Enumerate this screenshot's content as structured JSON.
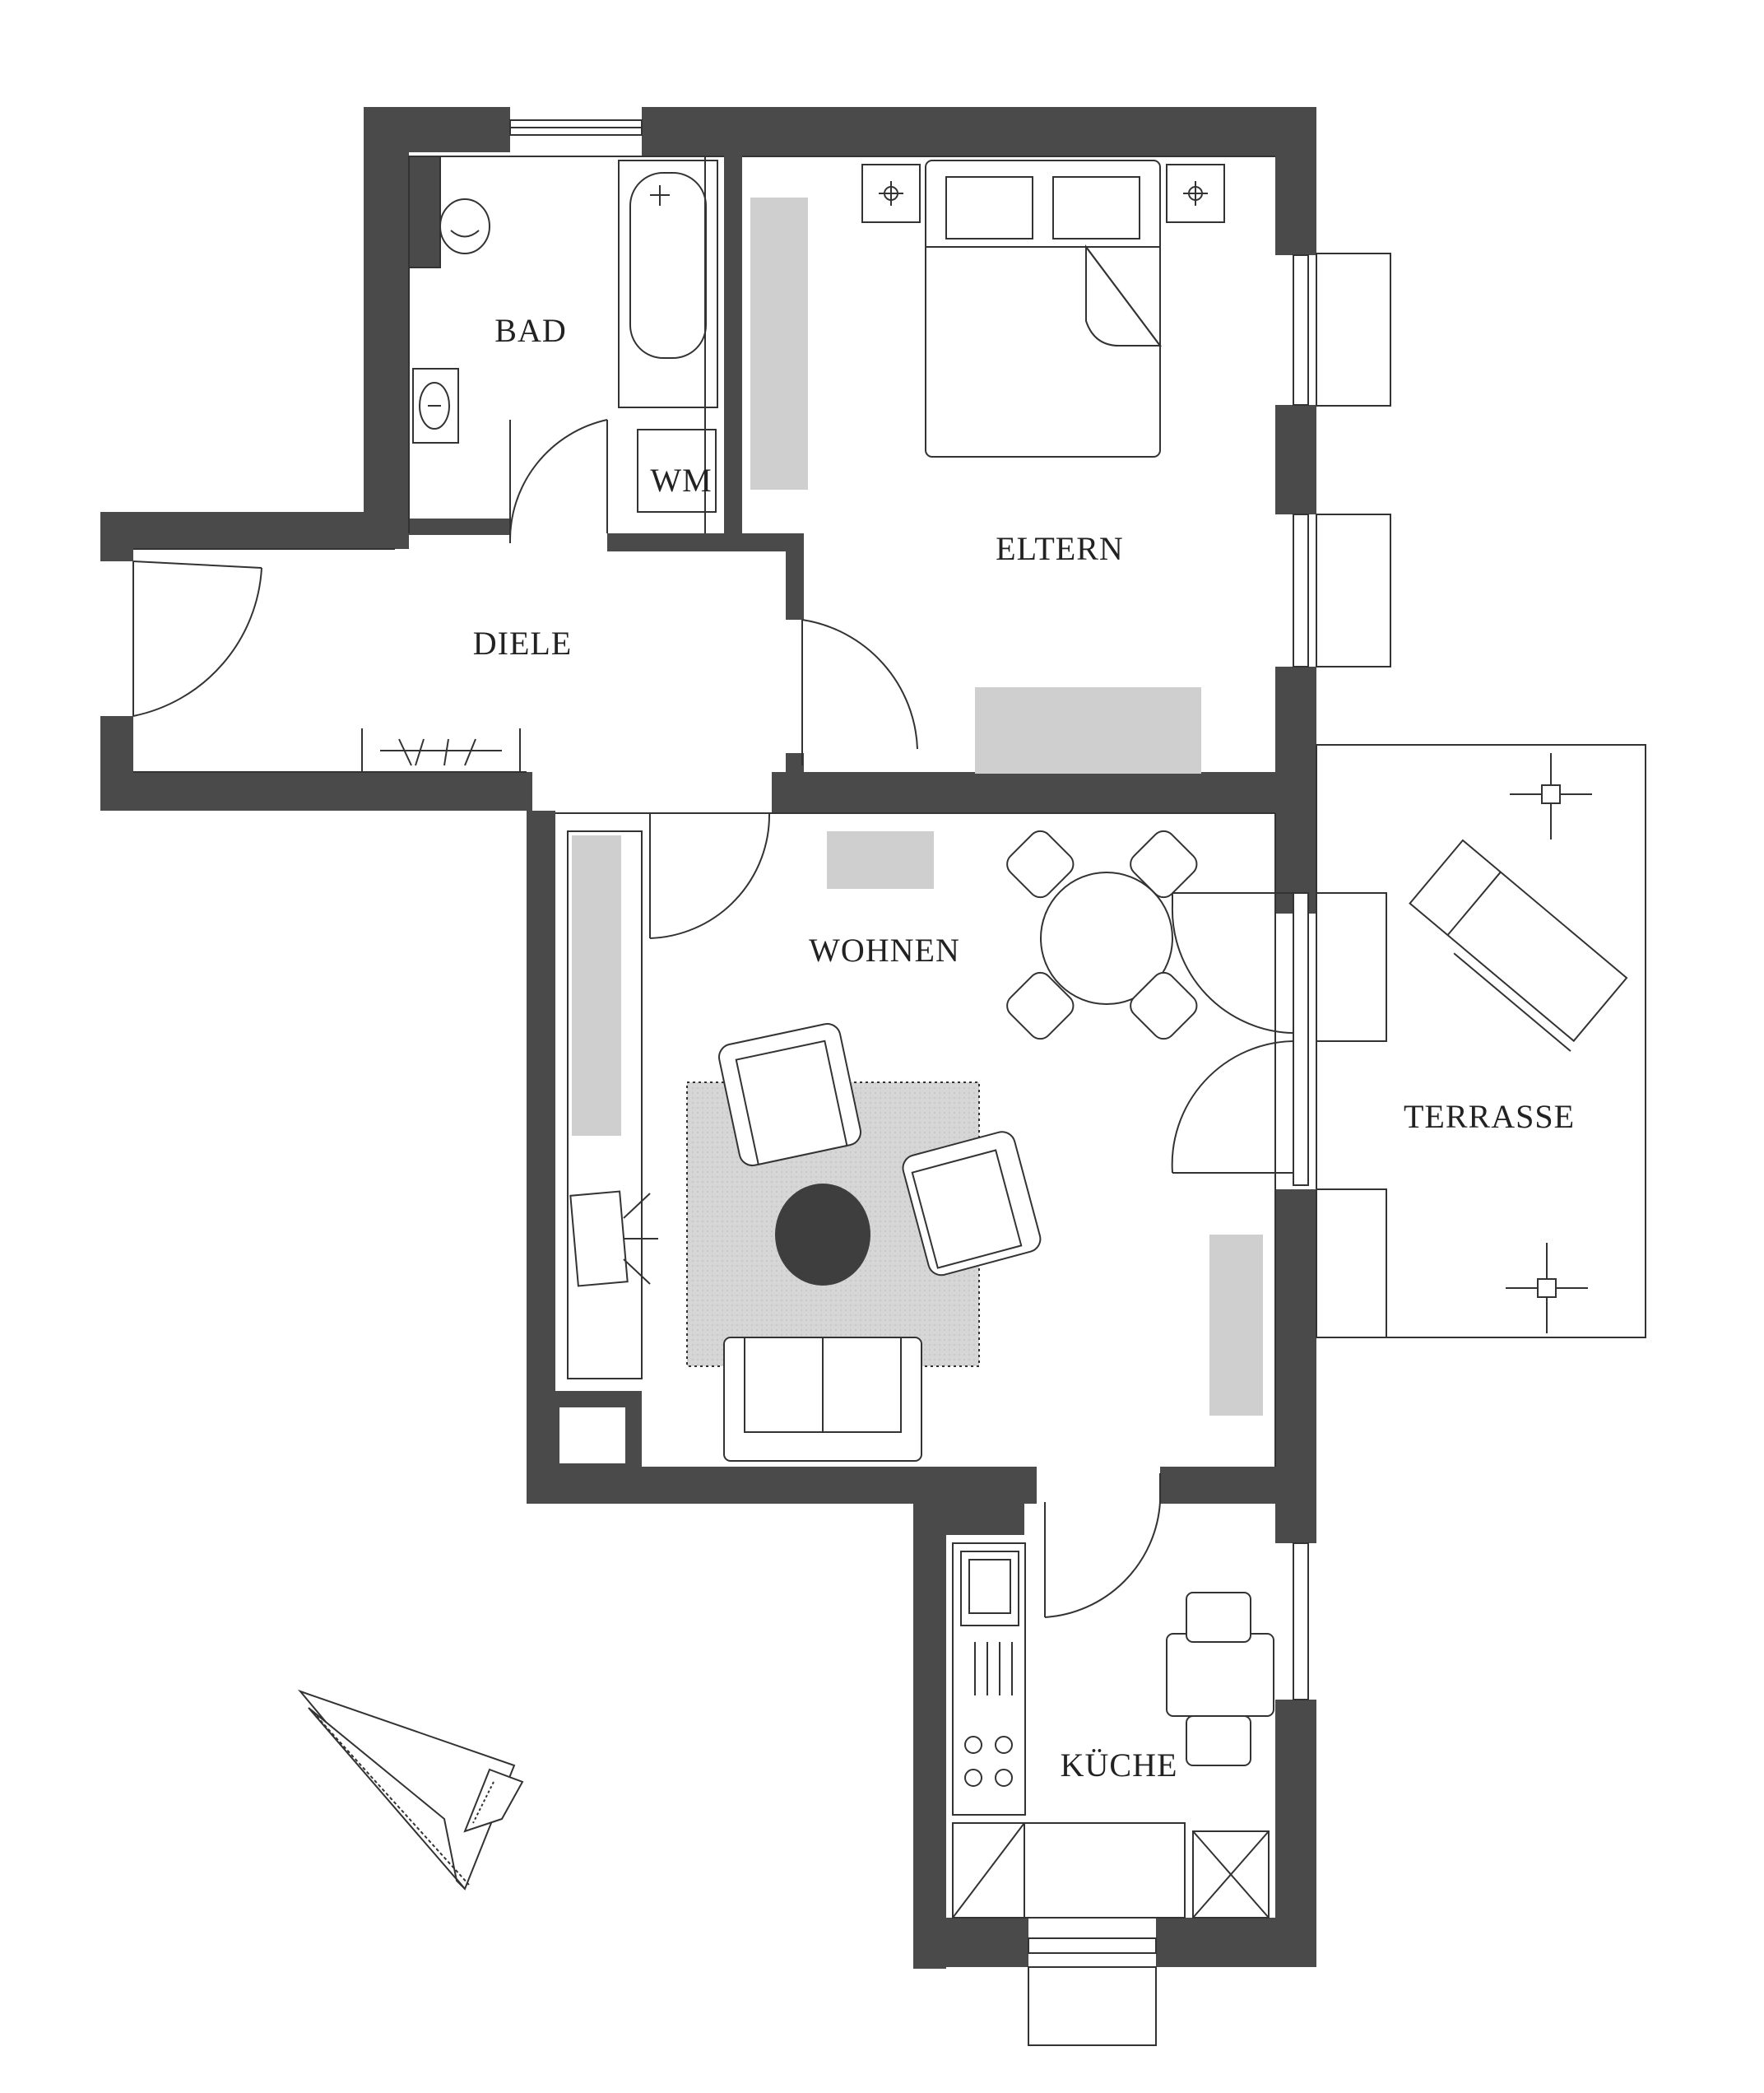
{
  "rooms": {
    "bad": "BAD",
    "wm": "WM",
    "eltern": "ELTERN",
    "diele": "DIELE",
    "wohnen": "WOHNEN",
    "terrasse": "TERRASSE",
    "kueche": "KÜCHE"
  },
  "icons": {
    "north_arrow": "paper-plane-north-arrow-icon"
  },
  "colors": {
    "wall": "#4a4a4a",
    "furniture_fill": "#cfcfcf",
    "rug": "#d8d8d8",
    "table_round": "#3e3e3e",
    "line": "#333333"
  }
}
